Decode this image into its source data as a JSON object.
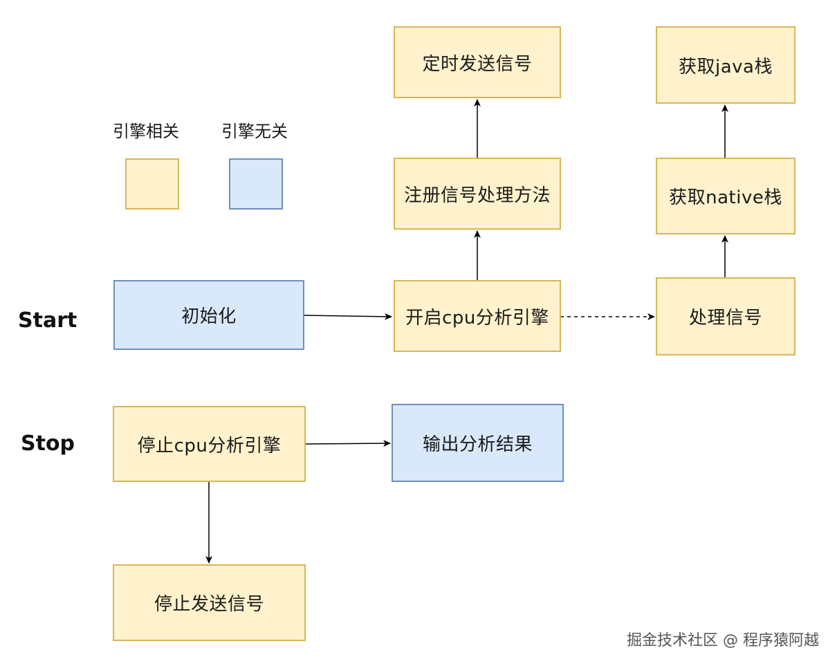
{
  "legend": {
    "engine_related": "引擎相关",
    "engine_unrelated": "引擎无关",
    "engine_color": "#fff2cc",
    "engine_border": "#d6b656",
    "unrelated_color": "#dae8fc",
    "unrelated_border": "#6c8ebf"
  },
  "phases": {
    "start": "Start",
    "stop": "Stop"
  },
  "nodes": {
    "init": "初始化",
    "start_cpu": "开启cpu分析引擎",
    "register_handler": "注册信号处理方法",
    "timer_signal": "定时发送信号",
    "handle_signal": "处理信号",
    "native_stack": "获取native栈",
    "java_stack": "获取java栈",
    "stop_cpu": "停止cpu分析引擎",
    "output_result": "输出分析结果",
    "stop_signal": "停止发送信号"
  },
  "watermark": "掘金技术社区 @ 程序猿阿越"
}
